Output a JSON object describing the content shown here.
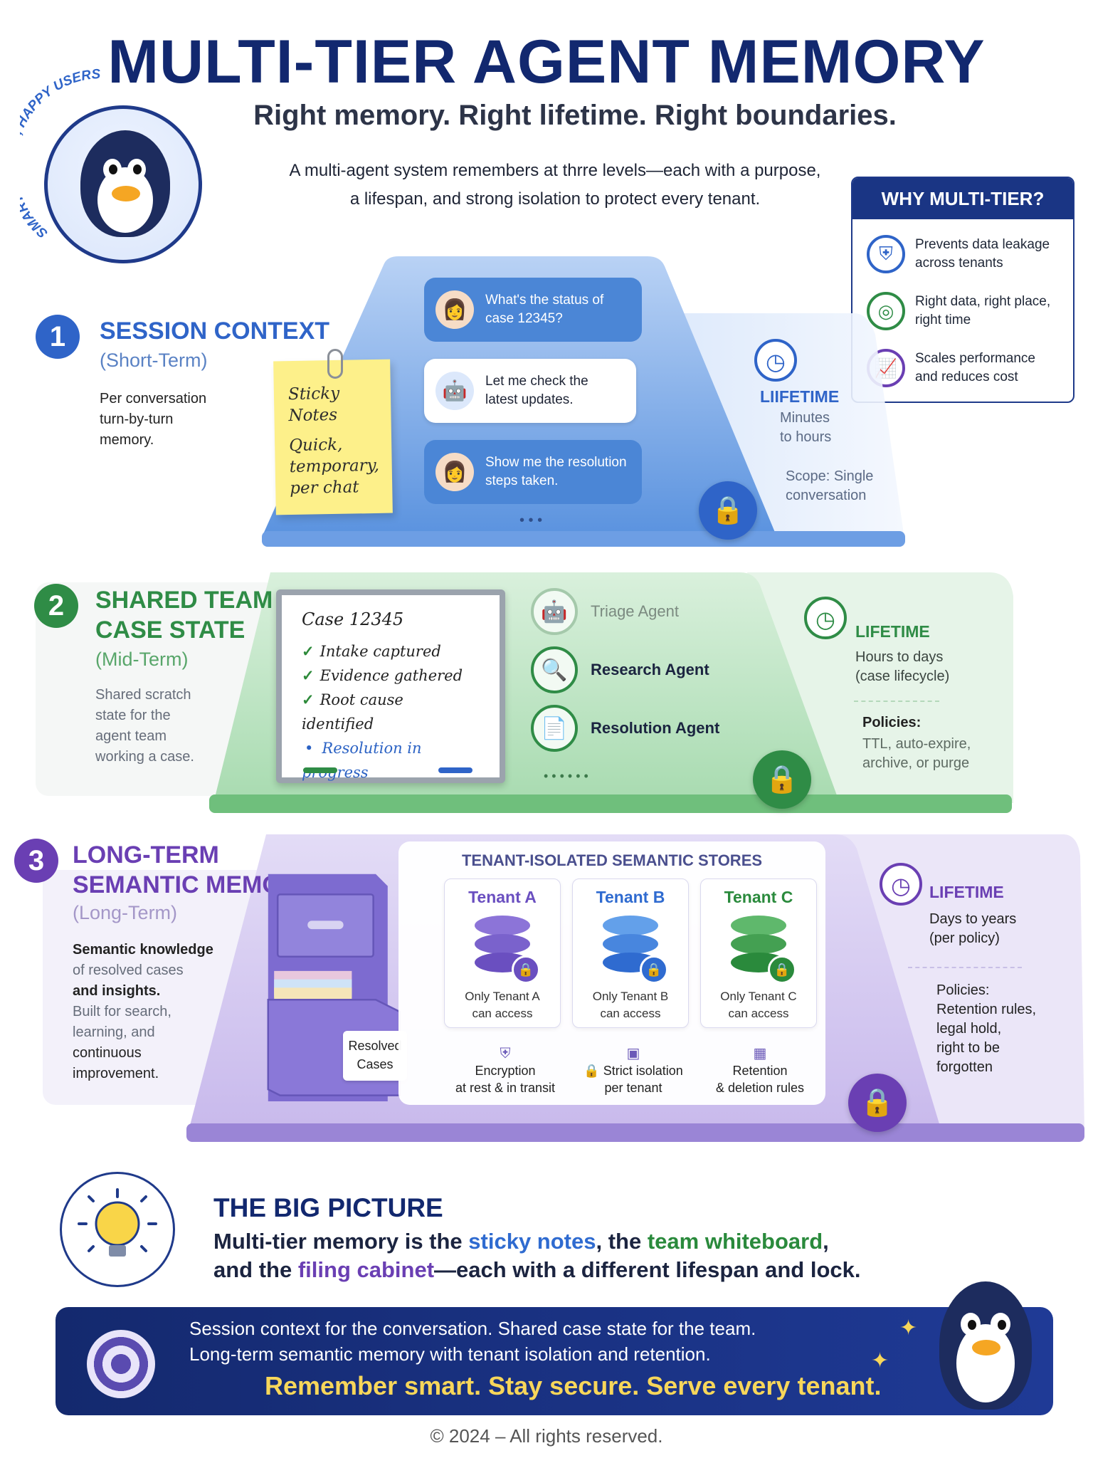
{
  "header": {
    "title": "MULTI-TIER AGENT MEMORY",
    "subtitle": "Right memory. Right lifetime. Right boundaries.",
    "intro_line1": "A multi-agent system remembers at thrre levels—each with a purpose,",
    "intro_line2": "a lifespan, and strong isolation to protect every tenant."
  },
  "badge": {
    "arc_text": "SMART AGENTS, HAPPY USERS"
  },
  "why": {
    "title": "WHY MULTI-TIER?",
    "items": [
      {
        "line1": "Prevents data leakage",
        "line2": "across tenants",
        "icon": "shield-icon",
        "color": "#2f64c8"
      },
      {
        "line1": "Right data, right place,",
        "line2": "right time",
        "icon": "target-icon",
        "color": "#2f8c46"
      },
      {
        "line1": "Scales performance",
        "line2": "and reduces cost",
        "icon": "growth-chart-icon",
        "color": "#6a3fb3"
      }
    ]
  },
  "tier1": {
    "number": "1",
    "title": "SESSION CONTEXT",
    "sub": "(Short-Term)",
    "desc_line1": "Per conversation",
    "desc_line2": "turn-by-turn",
    "desc_line3": "memory.",
    "sticky_line1": "Sticky",
    "sticky_line2": "Notes",
    "sticky_line3": "Quick,",
    "sticky_line4": "temporary,",
    "sticky_line5": "per chat",
    "chat": [
      {
        "line1": "What's the status of",
        "line2": "case 12345?"
      },
      {
        "line1": "Let me check the",
        "line2": "latest updates."
      },
      {
        "line1": "Show me the resolution",
        "line2": "steps taken."
      }
    ],
    "more": "• • •",
    "lifetime_title": "LIIFETIME",
    "lifetime_line1": "Minutes",
    "lifetime_line2": "to hours",
    "scope_line1": "Scope: Single",
    "scope_line2": "conversation",
    "color": "#2f64c8"
  },
  "tier2": {
    "number": "2",
    "title_line1": "SHARED TEAM /",
    "title_line2": "CASE STATE",
    "sub": "(Mid-Term)",
    "desc_line1": "Shared scratch",
    "desc_line2": "state for the",
    "desc_line3": "agent team",
    "desc_line4": "working a case.",
    "board_title": "Case 12345",
    "board_items": [
      "Intake captured",
      "Evidence gathered",
      "Root cause identified"
    ],
    "board_progress": "Resolution in progress",
    "agents": [
      "Triage Agent",
      "Research Agent",
      "Resolution Agent"
    ],
    "more": "• • •   • • •",
    "lifetime_title": "LIFETIME",
    "lifetime_line1": "Hours to days",
    "lifetime_line2": "(case lifecycle)",
    "policies_title": "Policies:",
    "policies_line1": "TTL, auto-expire,",
    "policies_line2": "archive, or purge",
    "color": "#2f8c46"
  },
  "tier3": {
    "number": "3",
    "title_line1": "LONG-TERM",
    "title_line2": "SEMANTIC MEMORY",
    "sub": "(Long-Term)",
    "desc_line1": "Semantic knowledge",
    "desc_line2": "of resolved cases",
    "desc_line3": "and insights.",
    "desc_line4": "Built for search,",
    "desc_line5": "learning, and",
    "desc_line6": "continuous",
    "desc_line7": "improvement.",
    "cabinet_line1": "Resolved",
    "cabinet_line2": "Cases",
    "stores_title": "TENANT-ISOLATED SEMANTIC STORES",
    "tenants": [
      {
        "name": "Tenant A",
        "line1": "Only Tenant A",
        "line2": "can access",
        "color": "#6a4fc0"
      },
      {
        "name": "Tenant B",
        "line1": "Only Tenant B",
        "line2": "can access",
        "color": "#2f6bd0"
      },
      {
        "name": "Tenant C",
        "line1": "Only Tenant C",
        "line2": "can access",
        "color": "#2a8a3c"
      }
    ],
    "features": [
      {
        "line1": "Encryption",
        "line2": "at rest & in transit"
      },
      {
        "line1": "Strict isolation",
        "line2": "per tenant"
      },
      {
        "line1": "Retention",
        "line2": "& deletion rules"
      }
    ],
    "lifetime_title": "LIFETIME",
    "lifetime_line1": "Days to years",
    "lifetime_line2": "(per policy)",
    "policies_title": "Policies:",
    "policies_line1": "Retention rules,",
    "policies_line2": "legal hold,",
    "policies_line3": "right to be",
    "policies_line4": "forgotten",
    "color": "#6a3fb3"
  },
  "big_picture": {
    "title": "THE BIG PICTURE",
    "line1_a": "Multi-tier memory is the ",
    "line1_b": "sticky notes",
    "line1_c": ", the ",
    "line1_d": "team whiteboard",
    "line1_e": ",",
    "line2_a": "and the ",
    "line2_b": "filing cabinet",
    "line2_c": "—each with a different lifespan and lock."
  },
  "banner": {
    "line1": "Session context for the conversation. Shared case state for the team.",
    "line2": "Long-term semantic memory with tenant isolation and retention.",
    "tagline": "Remember smart. Stay secure. Serve every tenant."
  },
  "footer": "© 2024 – All rights reserved."
}
